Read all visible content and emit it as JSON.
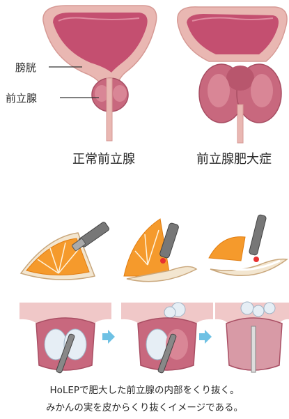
{
  "top": {
    "normal_title": "正常前立腺",
    "bph_title": "前立腺肥大症",
    "label_bladder": "膀胱",
    "label_prostate": "前立腺"
  },
  "caption": {
    "line1": "HoLEPで肥大した前立腺の内部をくり抜く。",
    "line2": "みかんの実を皮からくり抜くイメージである。"
  },
  "colors": {
    "bladder_outer": "#e9b7b2",
    "bladder_inner": "#c44f70",
    "prostate": "#c8687e",
    "orange": "#f59a2c",
    "peel": "#f3e6d0",
    "arrow": "#6ec1e4"
  }
}
